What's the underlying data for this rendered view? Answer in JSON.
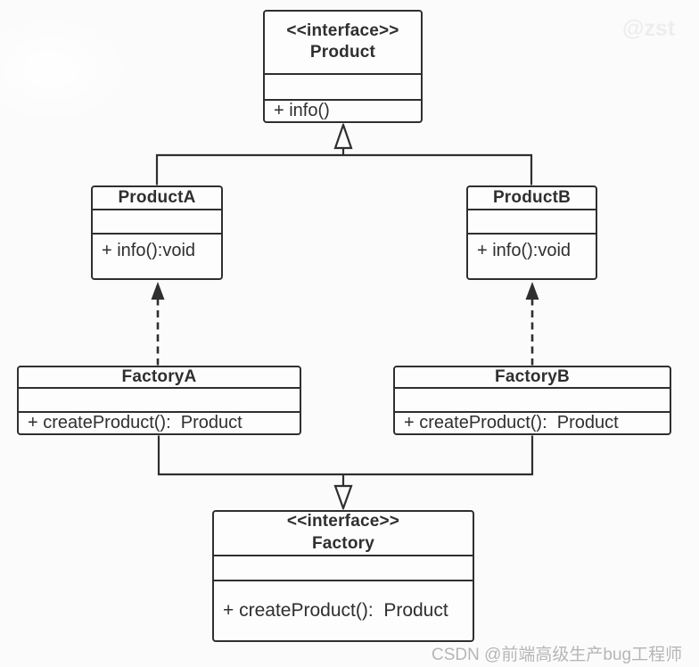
{
  "diagram": {
    "title": "Abstract Factory pattern UML class diagram",
    "colors": {
      "line": "#2f2f2f",
      "text": "#2f2f2f",
      "background": "#fbfbfb",
      "watermark": "#b5b5b5"
    },
    "classes": {
      "product": {
        "stereotype": "<<interface>>",
        "name": "Product",
        "methods": [
          "+ info()"
        ]
      },
      "producta": {
        "name": "ProductA",
        "methods": [
          "+ info():void"
        ]
      },
      "productb": {
        "name": "ProductB",
        "methods": [
          "+ info():void"
        ]
      },
      "factorya": {
        "name": "FactoryA",
        "methods": [
          "+ createProduct():  Product"
        ]
      },
      "factoryb": {
        "name": "FactoryB",
        "methods": [
          "+ createProduct():  Product"
        ]
      },
      "factory": {
        "stereotype": "<<interface>>",
        "name": "Factory",
        "methods": [
          "+ createProduct():  Product"
        ]
      }
    },
    "relationships": [
      {
        "from": "ProductA",
        "to": "Product",
        "type": "realization"
      },
      {
        "from": "ProductB",
        "to": "Product",
        "type": "realization"
      },
      {
        "from": "FactoryA",
        "to": "ProductA",
        "type": "dependency"
      },
      {
        "from": "FactoryB",
        "to": "ProductB",
        "type": "dependency"
      },
      {
        "from": "FactoryA",
        "to": "Factory",
        "type": "realization"
      },
      {
        "from": "FactoryB",
        "to": "Factory",
        "type": "realization"
      }
    ],
    "watermarks": {
      "bottom_right": "CSDN @前端高级生产bug工程师",
      "top_right": "@zst"
    }
  }
}
